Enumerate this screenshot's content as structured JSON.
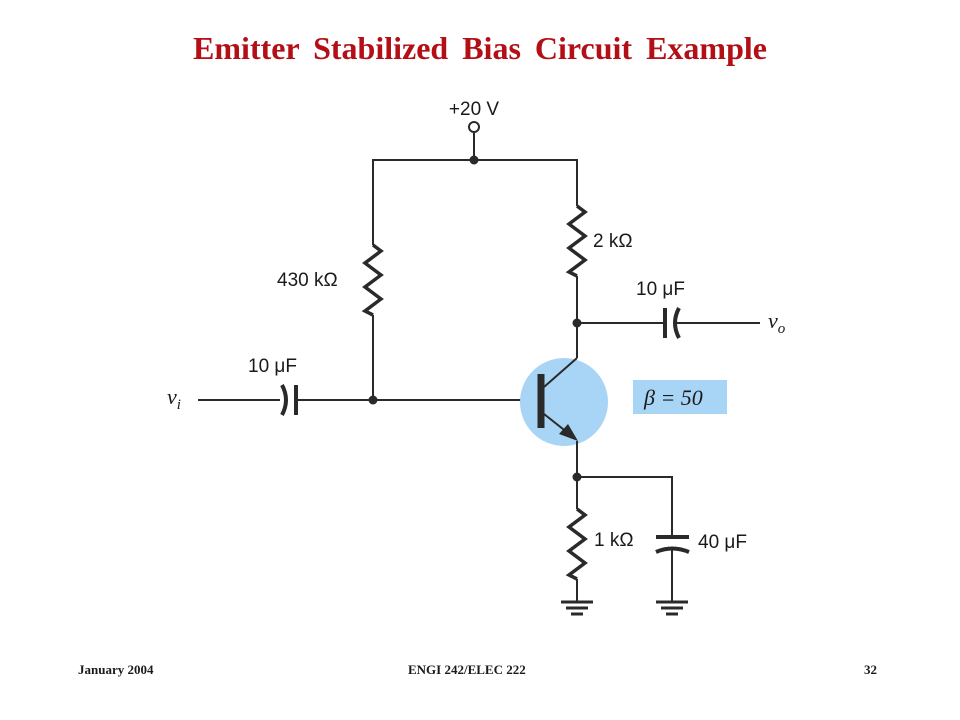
{
  "slide": {
    "title": "Emitter Stabilized Bias Circuit Example"
  },
  "circuit": {
    "supply_label": "+20 V",
    "base_resistor_label": "430 kΩ",
    "collector_resistor_label": "2 kΩ",
    "emitter_resistor_label": "1 kΩ",
    "input_capacitor_label": "10 μF",
    "output_capacitor_label": "10 μF",
    "emitter_capacitor_label": "40 μF",
    "input_label_main": "v",
    "input_label_sub": "i",
    "output_label_main": "v",
    "output_label_sub": "o",
    "beta_label": "β = 50",
    "colors": {
      "wire": "#2a2a2a",
      "transistor_fill": "#a8d4f5",
      "beta_box_fill": "#a8d4f5",
      "title": "#b30f17"
    }
  },
  "footer": {
    "date": "January 2004",
    "course": "ENGI 242/ELEC 222",
    "page_number": "32"
  }
}
